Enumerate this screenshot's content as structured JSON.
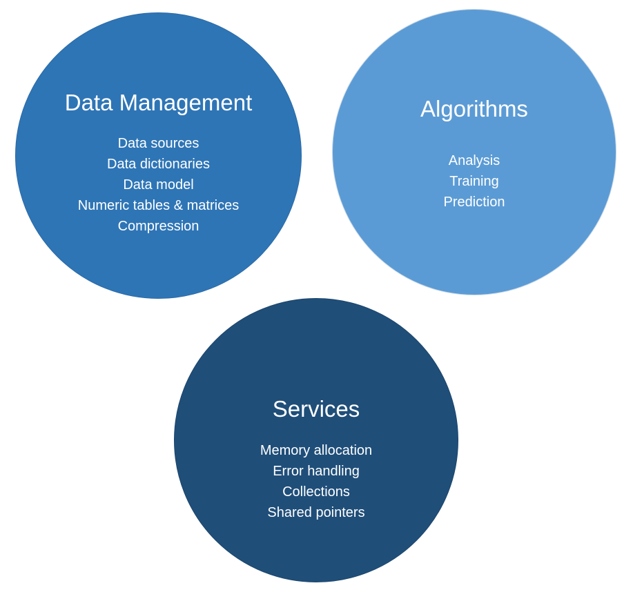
{
  "diagram": {
    "circles": [
      {
        "title": "Data Management",
        "color": "#2e75b6",
        "items": [
          "Data sources",
          "Data dictionaries",
          "Data model",
          "Numeric tables & matrices",
          "Compression"
        ]
      },
      {
        "title": "Algorithms",
        "color": "#5b9bd5",
        "items": [
          "Analysis",
          "Training",
          "Prediction"
        ]
      },
      {
        "title": "Services",
        "color": "#1f4e79",
        "items": [
          "Memory allocation",
          "Error handling",
          "Collections",
          "Shared pointers"
        ]
      }
    ]
  }
}
